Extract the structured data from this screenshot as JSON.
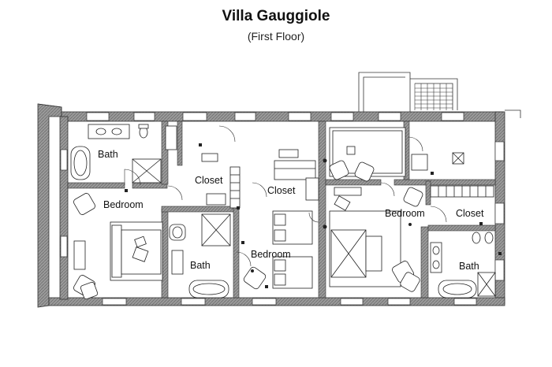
{
  "header": {
    "title": "Villa Gauggiole",
    "subtitle": "(First Floor)"
  },
  "rooms": [
    {
      "id": "bath-nw",
      "label": "Bath"
    },
    {
      "id": "closet-1",
      "label": "Closet"
    },
    {
      "id": "closet-2",
      "label": "Closet"
    },
    {
      "id": "bedroom-w",
      "label": "Bedroom"
    },
    {
      "id": "bath-mid",
      "label": "Bath"
    },
    {
      "id": "bedroom-mid",
      "label": "Bedroom"
    },
    {
      "id": "bedroom-e",
      "label": "Bedroom"
    },
    {
      "id": "closet-e",
      "label": "Closet"
    },
    {
      "id": "bath-e",
      "label": "Bath"
    }
  ],
  "colors": {
    "wall": "#8f8f8f",
    "line": "#222222",
    "background": "#ffffff"
  }
}
